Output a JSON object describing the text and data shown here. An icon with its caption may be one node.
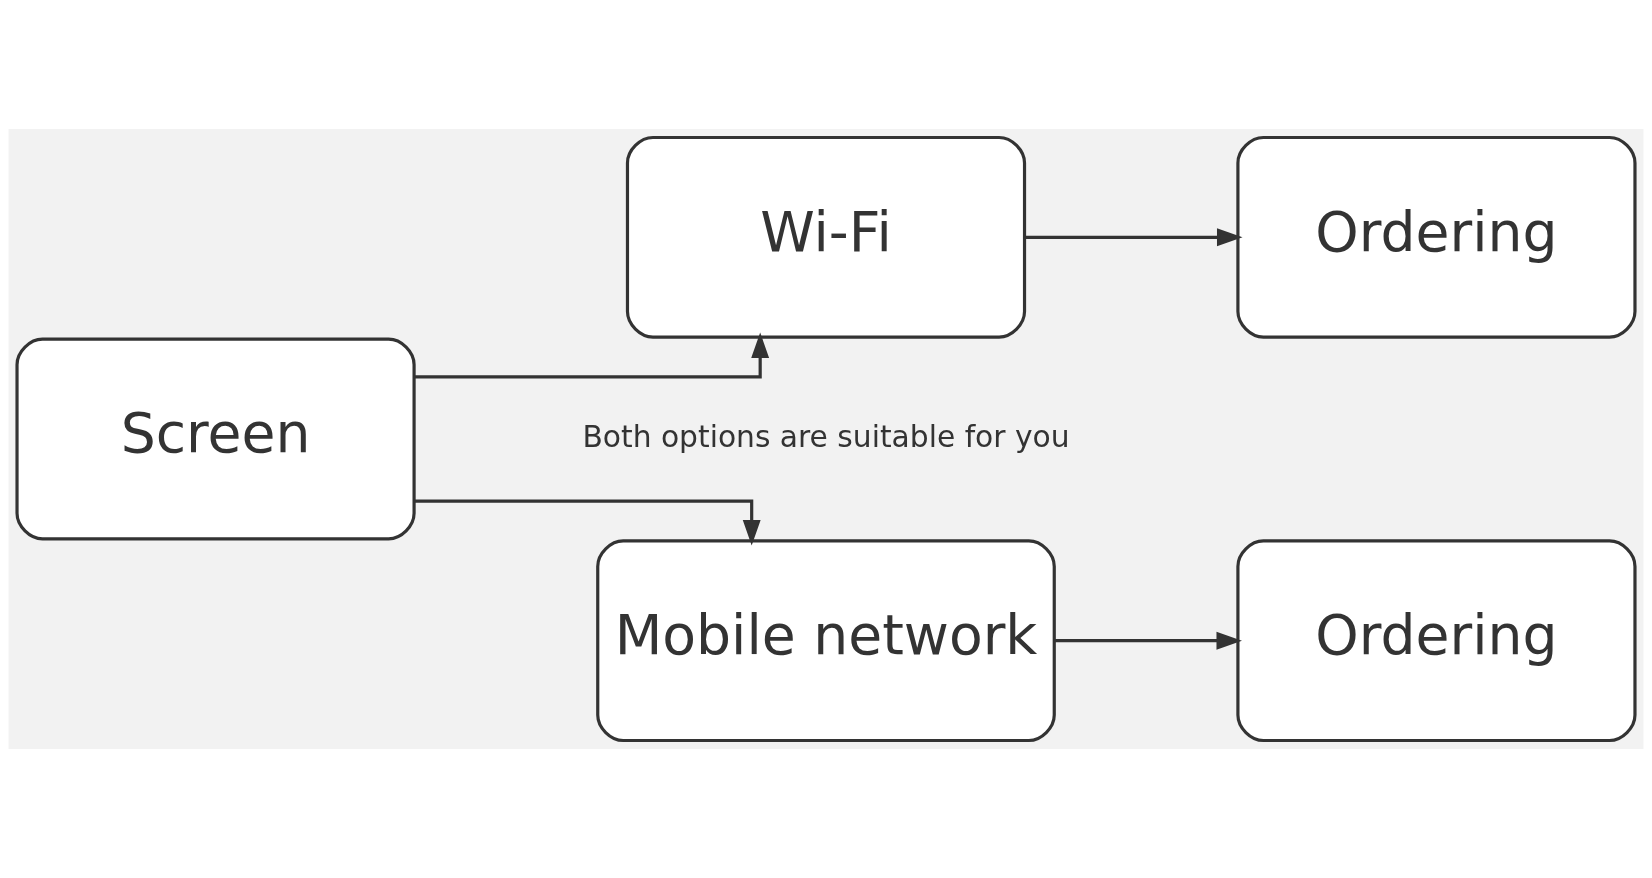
{
  "diagram": {
    "nodes": [
      {
        "text": [
          "Screen"
        ]
      },
      {
        "text": [
          "Wi-Fi"
        ]
      },
      {
        "text": [
          "Ordering"
        ]
      },
      {
        "text": [
          "Mobile network"
        ]
      },
      {
        "text": [
          "Ordering"
        ]
      }
    ],
    "edges": [
      {
        "from": 0,
        "to": 1,
        "arrow": "to"
      },
      {
        "from": 0,
        "to": 3,
        "arrow": "to"
      },
      {
        "from": 1,
        "to": 2,
        "arrow": "to"
      },
      {
        "from": 3,
        "to": 4,
        "arrow": "to"
      }
    ],
    "labels": [
      "Both options are suitable for you"
    ]
  }
}
